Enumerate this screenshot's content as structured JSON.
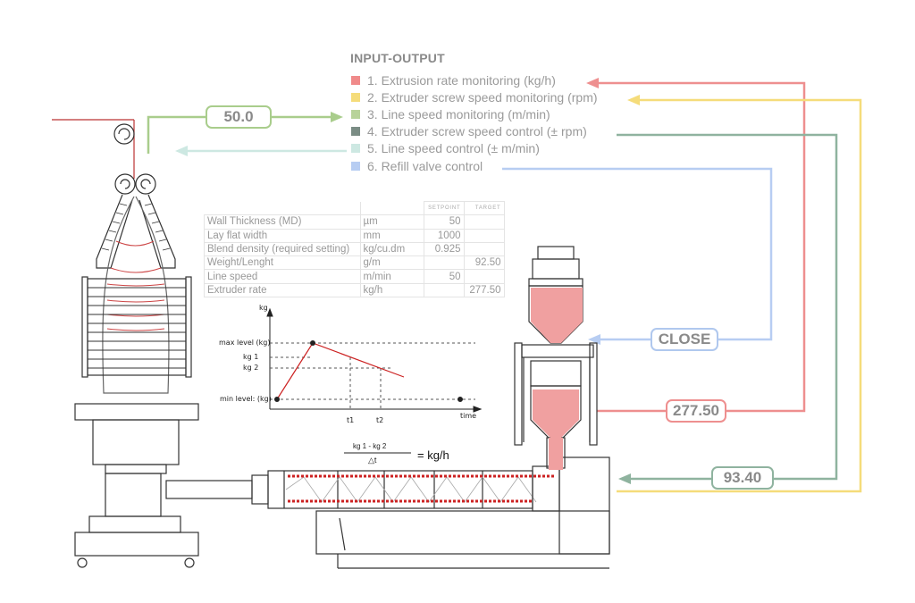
{
  "io": {
    "title": "INPUT-OUTPUT",
    "items": [
      {
        "label": "1. Extrusion rate monitoring (kg/h)",
        "color": "#f08a8a"
      },
      {
        "label": "2. Extruder screw speed monitoring (rpm)",
        "color": "#f5dc7a"
      },
      {
        "label": "3. Line speed monitoring (m/min)",
        "color": "#b8d39a"
      },
      {
        "label": "4. Extruder screw speed control (± rpm)",
        "color": "#7a8c84"
      },
      {
        "label": "5. Line speed control (± m/min)",
        "color": "#cde8e2"
      },
      {
        "label": "6. Refill valve control",
        "color": "#b7cdf2"
      }
    ]
  },
  "tags": {
    "line_speed": {
      "value": "50.0",
      "color": "#a9cd8c"
    },
    "refill": {
      "value": "CLOSE",
      "color": "#b0c8ee"
    },
    "extrusion_rate": {
      "value": "277.50",
      "color": "#ee8f8f"
    },
    "screw_speed": {
      "value": "93.40",
      "color": "#8fb39f"
    }
  },
  "specs": {
    "headers": [
      "SETPOINT",
      "TARGET"
    ],
    "rows": [
      {
        "name": "Wall Thickness (MD)",
        "unit": "µm",
        "setpoint": "50",
        "target": ""
      },
      {
        "name": "Lay flat width",
        "unit": "mm",
        "setpoint": "1000",
        "target": ""
      },
      {
        "name": "Blend density (required setting)",
        "unit": "kg/cu.dm",
        "setpoint": "0.925",
        "target": ""
      },
      {
        "name": "Weight/Lenght",
        "unit": "g/m",
        "setpoint": "",
        "target": "92.50"
      },
      {
        "name": "Line speed",
        "unit": "m/min",
        "setpoint": "50",
        "target": ""
      },
      {
        "name": "Extruder rate",
        "unit": "kg/h",
        "setpoint": "",
        "target": "277.50"
      }
    ]
  },
  "graph": {
    "y_axis": "kg",
    "x_axis": "time",
    "max_level": "max level (kg)",
    "kg1": "kg 1",
    "kg2": "kg 2",
    "min_level": "min level: (kg)",
    "t1": "t1",
    "t2": "t2"
  },
  "formula": {
    "numerator": "kg 1 - kg 2",
    "denominator": "△t",
    "result": "= kg/h"
  }
}
